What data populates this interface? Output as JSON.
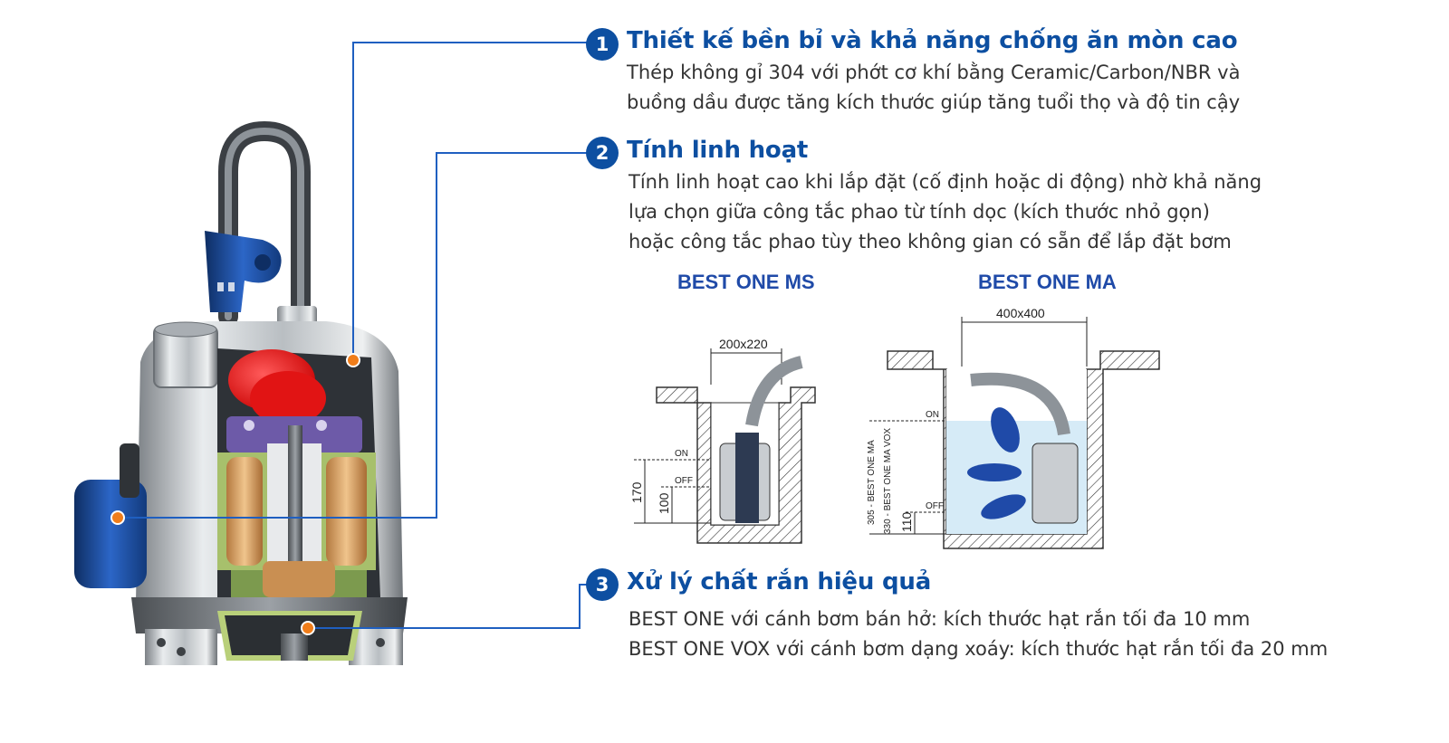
{
  "features": [
    {
      "number": "1",
      "title": "Thiết kế bền bỉ và khả năng chống ăn mòn cao",
      "lines": [
        "Thép không gỉ 304 với phớt cơ khí bằng Ceramic/Carbon/NBR và",
        "buồng dầu được tăng kích thước giúp tăng tuổi thọ và độ tin cậy"
      ]
    },
    {
      "number": "2",
      "title": "Tính linh hoạt",
      "lines": [
        "Tính linh hoạt cao khi lắp đặt (cố định hoặc di động) nhờ khả năng",
        "lựa chọn giữa công tắc phao từ tính dọc (kích thước nhỏ gọn)",
        "hoặc công tắc phao tùy theo không gian có sẵn để lắp đặt bơm"
      ]
    },
    {
      "number": "3",
      "title": "Xử lý chất rắn hiệu quả",
      "lines": [
        "BEST ONE với cánh bơm bán hở: kích thước hạt rắn tối đa 10 mm",
        "BEST ONE VOX với cánh bơm dạng xoáy: kích thước hạt rắn tối đa 20 mm"
      ]
    }
  ],
  "diagrams": {
    "ms": {
      "title": "BEST ONE MS",
      "pit_size": "200x220",
      "on_label": "ON",
      "off_label": "OFF",
      "on_level": "170",
      "off_level": "100"
    },
    "ma": {
      "title": "BEST ONE MA",
      "pit_size": "400x400",
      "on_label": "ON",
      "off_label": "OFF",
      "on_level_1": "305 - BEST ONE MA",
      "on_level_2": "330 - BEST ONE MA VOX",
      "off_level": "110"
    }
  },
  "colors": {
    "brand_blue": "#0d4fa1",
    "callout_line": "#1f5fc0",
    "callout_dot": "#f07d1a",
    "water": "#d6ebf7"
  }
}
